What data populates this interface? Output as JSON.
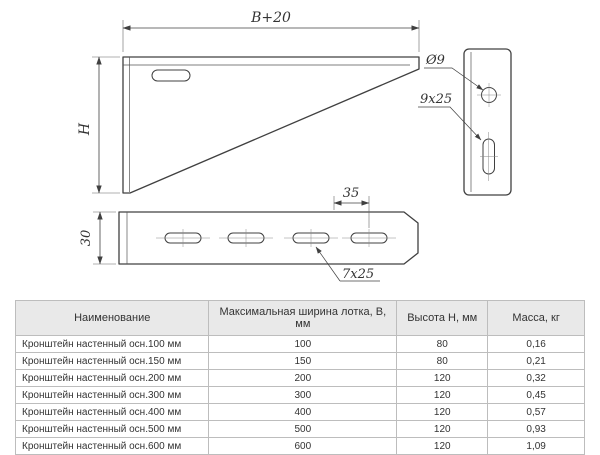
{
  "drawing": {
    "width_dim": "B+20",
    "height_dim": "H",
    "base_height_dim": "30",
    "pitch_dim": "35",
    "base_slot_label": "7х25",
    "hole_dia_label": "Ø9",
    "side_slot_label": "9х25"
  },
  "table": {
    "headers": [
      "Наименование",
      "Максимальная ширина лотка, В, мм",
      "Высота H, мм",
      "Масса, кг"
    ],
    "rows": [
      [
        "Кронштейн настенный осн.100 мм",
        "100",
        "80",
        "0,16"
      ],
      [
        "Кронштейн настенный осн.150 мм",
        "150",
        "80",
        "0,21"
      ],
      [
        "Кронштейн настенный осн.200 мм",
        "200",
        "120",
        "0,32"
      ],
      [
        "Кронштейн настенный осн.300 мм",
        "300",
        "120",
        "0,45"
      ],
      [
        "Кронштейн настенный осн.400 мм",
        "400",
        "120",
        "0,57"
      ],
      [
        "Кронштейн настенный осн.500 мм",
        "500",
        "120",
        "0,93"
      ],
      [
        "Кронштейн настенный осн.600 мм",
        "600",
        "120",
        "1,09"
      ]
    ]
  }
}
